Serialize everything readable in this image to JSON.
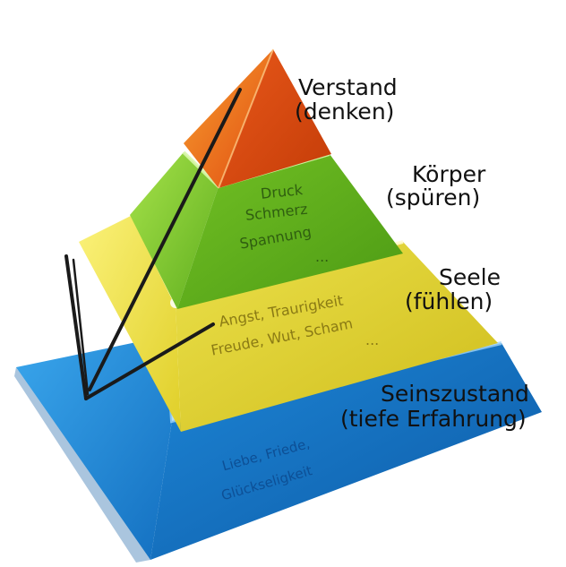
{
  "levels": [
    {
      "id": "top",
      "title": "Verstand",
      "subtitle": "(denken)",
      "content": [],
      "color": "#e8521a"
    },
    {
      "id": "green",
      "title": "Körper",
      "subtitle": "(spüren)",
      "content": [
        "Druck",
        "Schmerz",
        "Spannung",
        "..."
      ],
      "color": "#7cc62a"
    },
    {
      "id": "yellow",
      "title": "Seele",
      "subtitle": "(fühlen)",
      "content": [
        "Angst, Traurigkeit",
        "Freude, Wut, Scham",
        "..."
      ],
      "color": "#e6d832"
    },
    {
      "id": "blue",
      "title": "Seinszustand",
      "subtitle": "(tiefe Erfahrung)",
      "content": [
        "Liebe, Friede,",
        "Glückseligkeit"
      ],
      "color": "#1e88d8"
    }
  ]
}
